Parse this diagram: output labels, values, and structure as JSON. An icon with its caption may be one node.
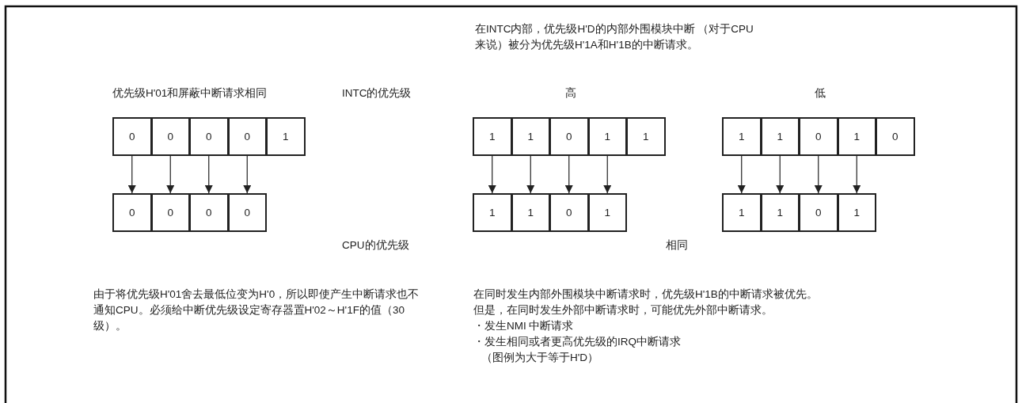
{
  "diagram": {
    "nodes": [
      {
        "text": [
          "0"
        ]
      },
      {
        "text": [
          "0"
        ]
      },
      {
        "text": [
          "0"
        ]
      },
      {
        "text": [
          "0"
        ]
      },
      {
        "text": [
          "1"
        ]
      },
      {
        "text": [
          "0"
        ]
      },
      {
        "text": [
          "0"
        ]
      },
      {
        "text": [
          "0"
        ]
      },
      {
        "text": [
          "0"
        ]
      },
      {
        "text": [
          "1"
        ]
      },
      {
        "text": [
          "1"
        ]
      },
      {
        "text": [
          "0"
        ]
      },
      {
        "text": [
          "1"
        ]
      },
      {
        "text": [
          "1"
        ]
      },
      {
        "text": [
          "1"
        ]
      },
      {
        "text": [
          "1"
        ]
      },
      {
        "text": [
          "0"
        ]
      },
      {
        "text": [
          "1"
        ]
      },
      {
        "text": [
          "1"
        ]
      },
      {
        "text": [
          "1"
        ]
      },
      {
        "text": [
          "0"
        ]
      },
      {
        "text": [
          "1"
        ]
      },
      {
        "text": [
          "0"
        ]
      },
      {
        "text": [
          "1"
        ]
      },
      {
        "text": [
          "1"
        ]
      },
      {
        "text": [
          "0"
        ]
      },
      {
        "text": [
          "1"
        ]
      }
    ],
    "edges": [
      {
        "from": 0,
        "to": 5,
        "arrow": "to"
      },
      {
        "from": 1,
        "to": 6,
        "arrow": "to"
      },
      {
        "from": 2,
        "to": 7,
        "arrow": "to"
      },
      {
        "from": 3,
        "to": 8,
        "arrow": "to"
      },
      {
        "from": 9,
        "to": 14,
        "arrow": "to"
      },
      {
        "from": 10,
        "to": 15,
        "arrow": "to"
      },
      {
        "from": 11,
        "to": 16,
        "arrow": "to"
      },
      {
        "from": 12,
        "to": 17,
        "arrow": "to"
      },
      {
        "from": 18,
        "to": 23,
        "arrow": "to"
      },
      {
        "from": 19,
        "to": 24,
        "arrow": "to"
      },
      {
        "from": 20,
        "to": 25,
        "arrow": "to"
      },
      {
        "from": 21,
        "to": 26,
        "arrow": "to"
      }
    ],
    "labels": [
      "在INTC内部，优先级H'D的内部外围模块中断 （对于CPU来说）被分为优先级H'1A和H'1B的中断请求。",
      "优先级H'01和屏蔽中断请求相同",
      "INTC的优先级",
      "高",
      "低",
      "CPU的优先级",
      "相同",
      "由于将优先级H'01舍去最低位变为H'0，所以即使产生中断请求也不通知CPU。必须给中断优先级设定寄存器置H'02～H'1F的值（30级）。",
      "在同时发生内部外围模块中断请求时，优先级H'1B的中断请求被优先。",
      "但是，在同时发生外部中断请求时，可能优先外部中断请求。",
      "・发生NMI 中断请求",
      "・发生相同或者更高优先级的IRQ中断请求",
      "（图例为大于等于H'D）"
    ]
  }
}
